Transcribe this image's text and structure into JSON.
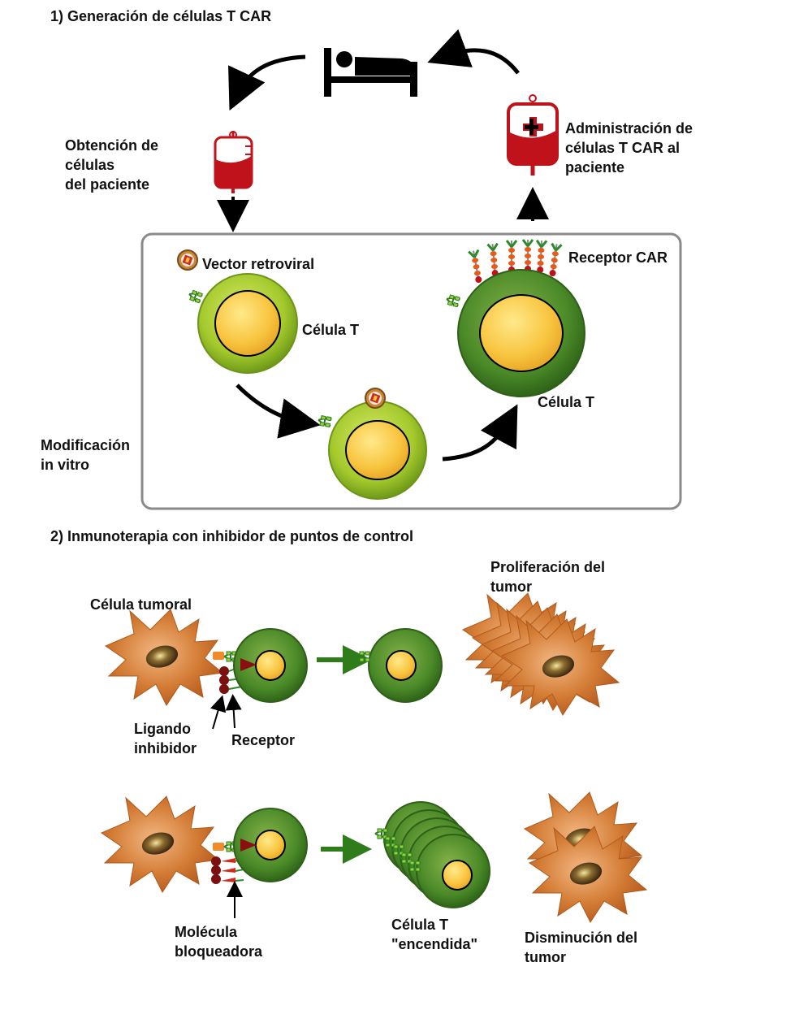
{
  "section1": {
    "heading": "1) Generación de células T CAR",
    "obtain_label": [
      "Obtención de",
      "células",
      "del paciente"
    ],
    "admin_label": [
      "Administración de",
      "células T CAR al",
      "paciente"
    ],
    "vector_label": "Vector retroviral",
    "tcell_label": "Célula T",
    "car_receptor_label": "Receptor CAR",
    "car_tcell_label": "Célula T",
    "modification_label": [
      "Modificación",
      "in vitro"
    ]
  },
  "section2": {
    "heading": "2) Inmunoterapia con inhibidor de puntos de control",
    "tumor_cell_label": "Célula tumoral",
    "proliferation_label": [
      "Proliferación del",
      "tumor"
    ],
    "ligand_label": [
      "Ligando",
      "inhibidor"
    ],
    "receptor_label": "Receptor",
    "blocker_label": [
      "Molécula",
      "bloqueadora"
    ],
    "on_tcell_label": [
      "Célula T",
      "\"encendida\""
    ],
    "decrease_label": [
      "Disminución del",
      "tumor"
    ]
  },
  "colors": {
    "blood_bag": "#c0121a",
    "tcell_light_green": "#9cc425",
    "tcell_dark_green": "#3f7d22",
    "nucleus": "#f7c23e",
    "tumor_orange": "#cf7a33",
    "arrow_green": "#2e7d1a",
    "car_receptor": "#e25a1c"
  }
}
